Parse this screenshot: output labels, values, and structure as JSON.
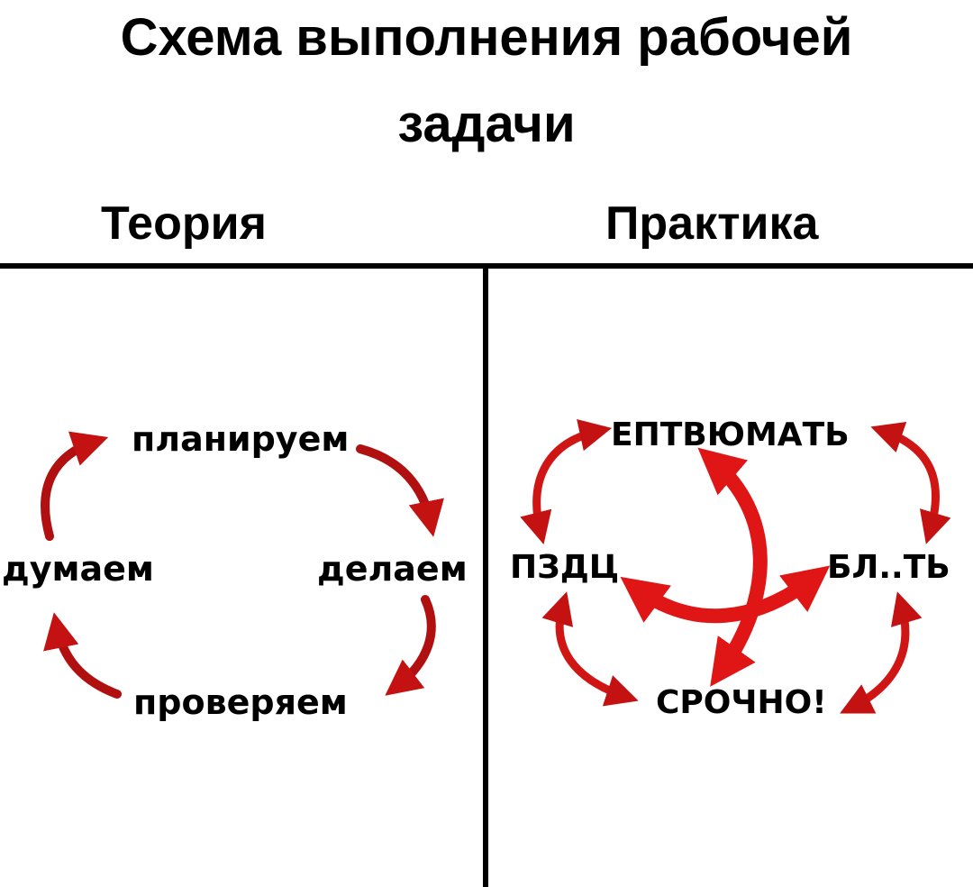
{
  "title": {
    "line1": "Схема выполнения рабочей",
    "line2": "задачи"
  },
  "columns": [
    {
      "label": "Теория"
    },
    {
      "label": "Практика"
    }
  ],
  "theory": {
    "top": "планируем",
    "right": "делаем",
    "bottom": "проверяем",
    "left": "думаем"
  },
  "practice": {
    "top": "ЕПТВЮМАТЬ",
    "right": "БЛ..ТЬ",
    "bottom": "СРОЧНО!",
    "left": "ПЗДЦ"
  },
  "colors": {
    "arrow": "#d81b1b",
    "arrow_dark": "#9e0d0d",
    "text": "#000000",
    "lines": "#000000"
  }
}
